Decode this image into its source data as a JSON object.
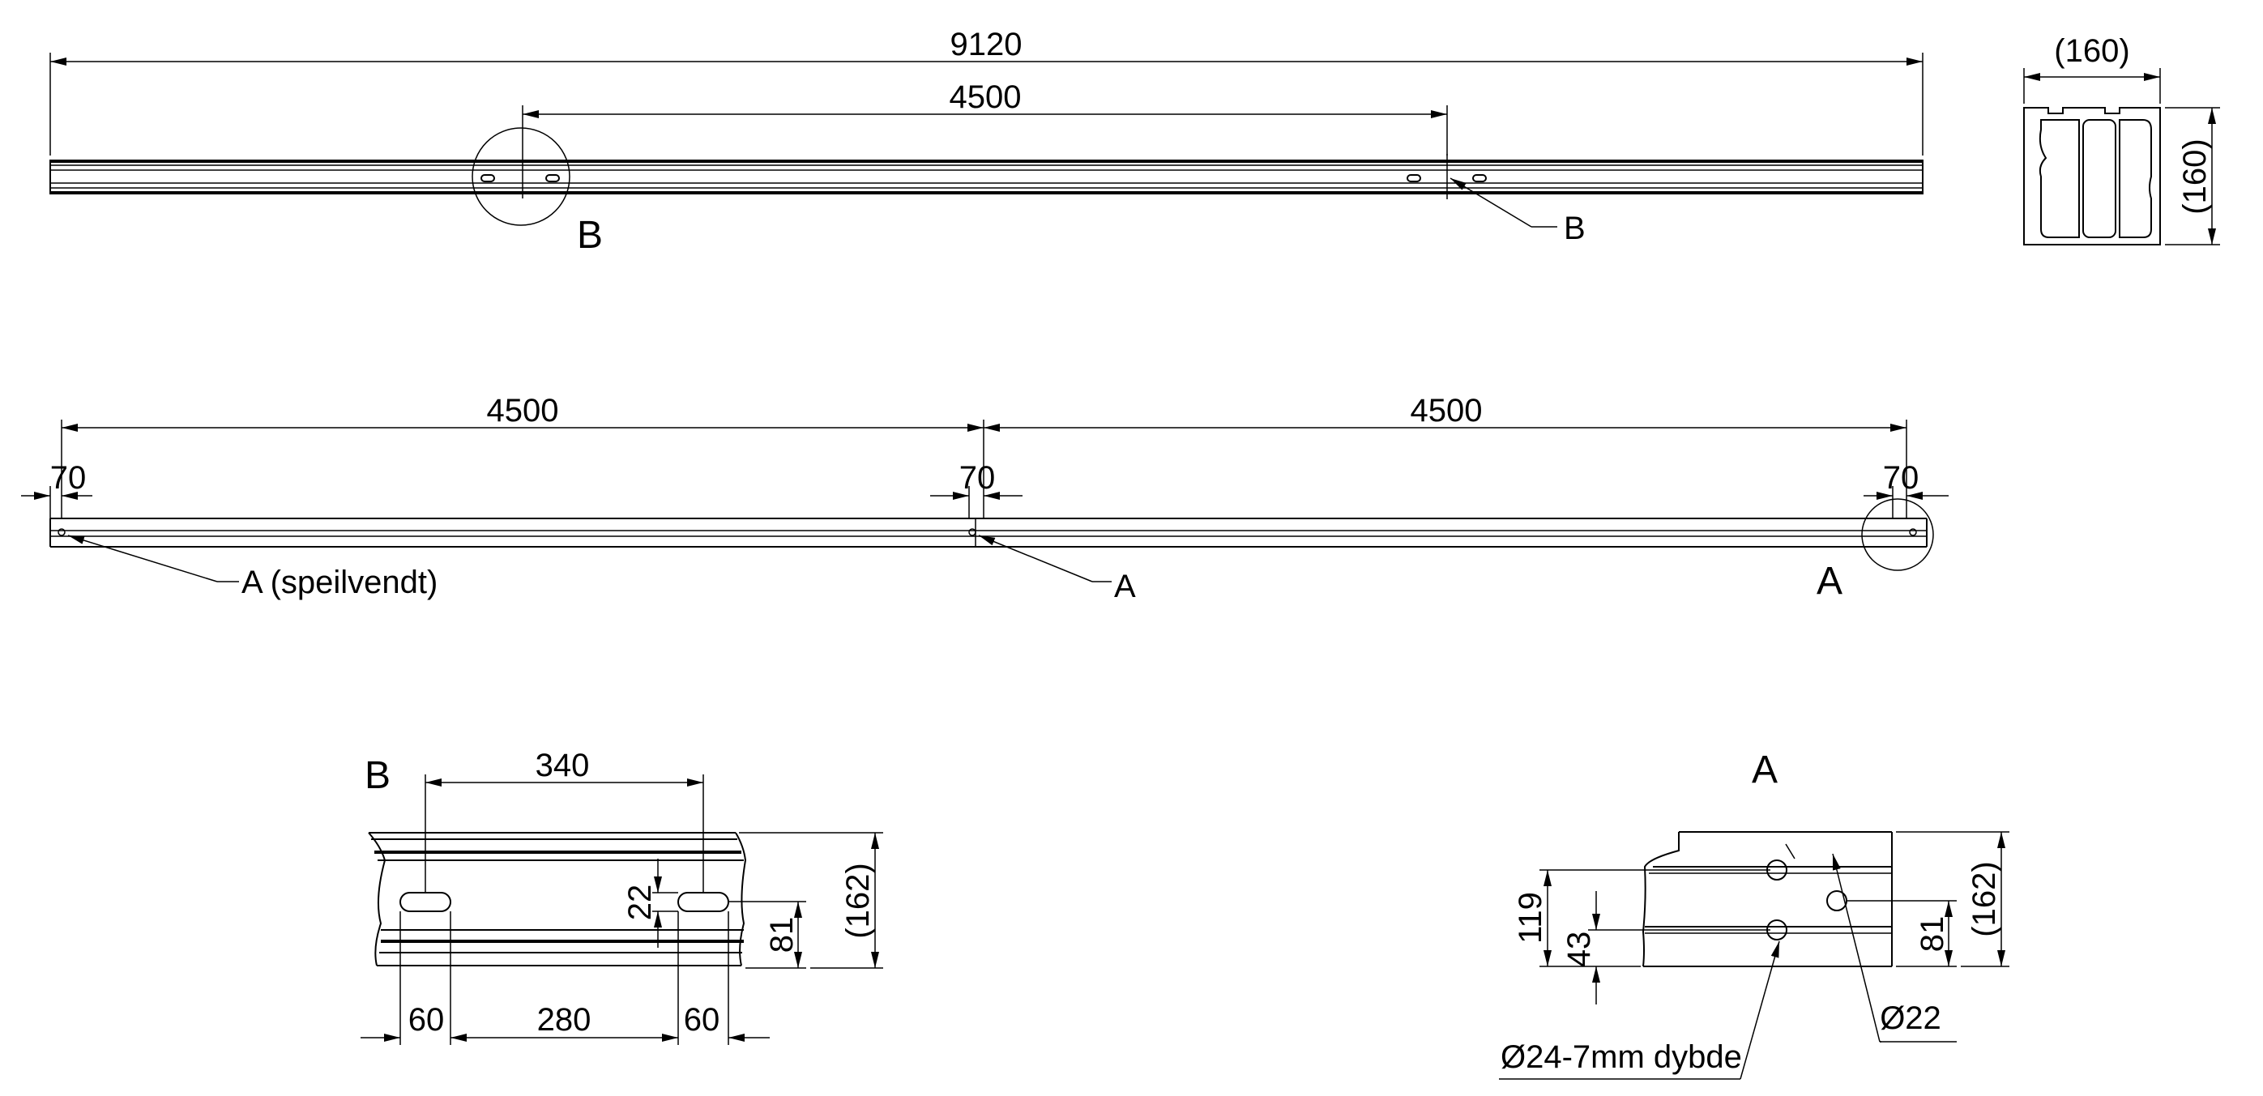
{
  "drawing": {
    "top_view": {
      "overall_length": "9120",
      "joint_offset": "4500",
      "detail_circle_label": "B",
      "callout_label": "B"
    },
    "section_view": {
      "width": "(160)",
      "height": "(160)"
    },
    "side_view": {
      "left_span": "4500",
      "right_span": "4500",
      "hole_offsets": [
        "70",
        "70",
        "70"
      ],
      "callout_left": "A (speilvendt)",
      "callout_middle": "A",
      "detail_circle_label": "A"
    },
    "detail_b": {
      "title": "B",
      "slot_spacing": "340",
      "slot_height": "22",
      "slot_center_height": "81",
      "total_height": "(162)",
      "slot_length_left": "60",
      "slot_gap": "280",
      "slot_length_right": "60"
    },
    "detail_a": {
      "title": "A",
      "height_119": "119",
      "height_43": "43",
      "hole_center_height": "81",
      "total_height": "(162)",
      "through_hole": "Ø22",
      "blind_hole": "Ø24-7mm dybde"
    }
  }
}
